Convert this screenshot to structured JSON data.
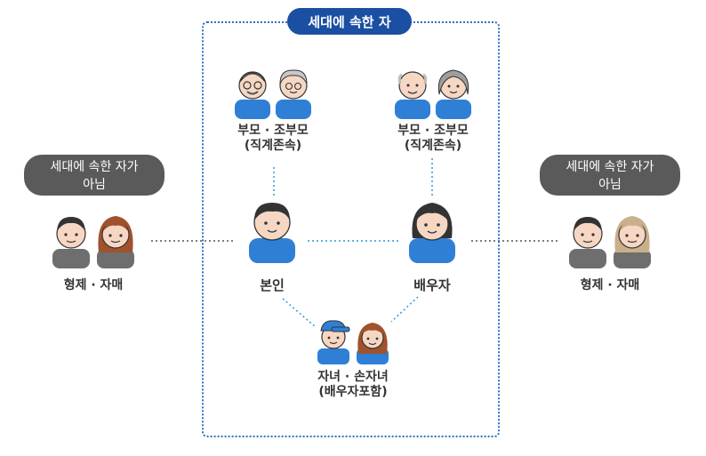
{
  "household_title": "세대에 속한 자",
  "not_household_left": {
    "line1": "세대에 속한 자가",
    "line2": "아님"
  },
  "not_household_right": {
    "line1": "세대에 속한 자가",
    "line2": "아님"
  },
  "parents_left": {
    "line1": "부모 · 조부모",
    "line2": "(직계존속)"
  },
  "parents_right": {
    "line1": "부모 · 조부모",
    "line2": "(직계존속)"
  },
  "self_label": "본인",
  "spouse_label": "배우자",
  "children": {
    "line1": "자녀 · 손자녀",
    "line2": "(배우자포함)"
  },
  "siblings_left": "형제 · 자매",
  "siblings_right": "형제 · 자매",
  "colors": {
    "accent": "#1b4fa3",
    "shirt_blue": "#2f7fd6",
    "shirt_gray": "#6e6e6e",
    "bubble": "#5a5a5a"
  }
}
